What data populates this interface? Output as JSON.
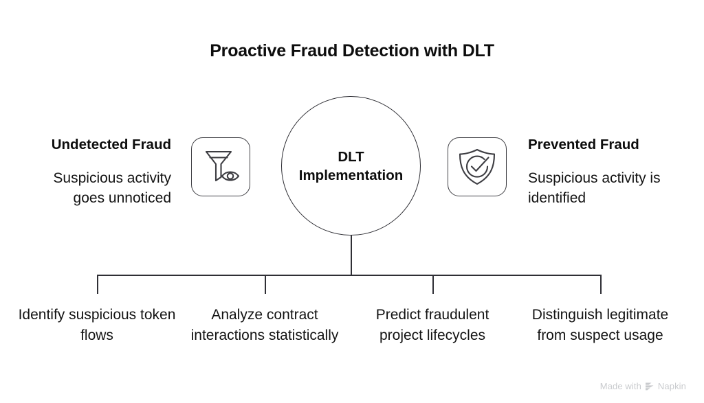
{
  "title": "Proactive Fraud Detection with DLT",
  "center": {
    "label": "DLT\nImplementation"
  },
  "left": {
    "heading": "Undetected Fraud",
    "body": "Suspicious activity goes unnoticed",
    "icon": "funnel-eye-icon"
  },
  "right": {
    "heading": "Prevented Fraud",
    "body": "Suspicious activity is identified",
    "icon": "shield-check-icon"
  },
  "branches": [
    {
      "label": "Identify suspicious token flows"
    },
    {
      "label": "Analyze contract interactions statistically"
    },
    {
      "label": "Predict fraudulent project lifecycles"
    },
    {
      "label": "Distinguish legitimate from suspect usage"
    }
  ],
  "watermark": {
    "prefix": "Made with",
    "brand": "Napkin",
    "logo": "napkin-chevrons-icon"
  },
  "colors": {
    "background": "#ffffff",
    "text": "#131313",
    "title": "#0d0d0d",
    "stroke": "#2f2f35",
    "icon_stroke": "#3d3d42",
    "watermark": "#c9cbce"
  }
}
